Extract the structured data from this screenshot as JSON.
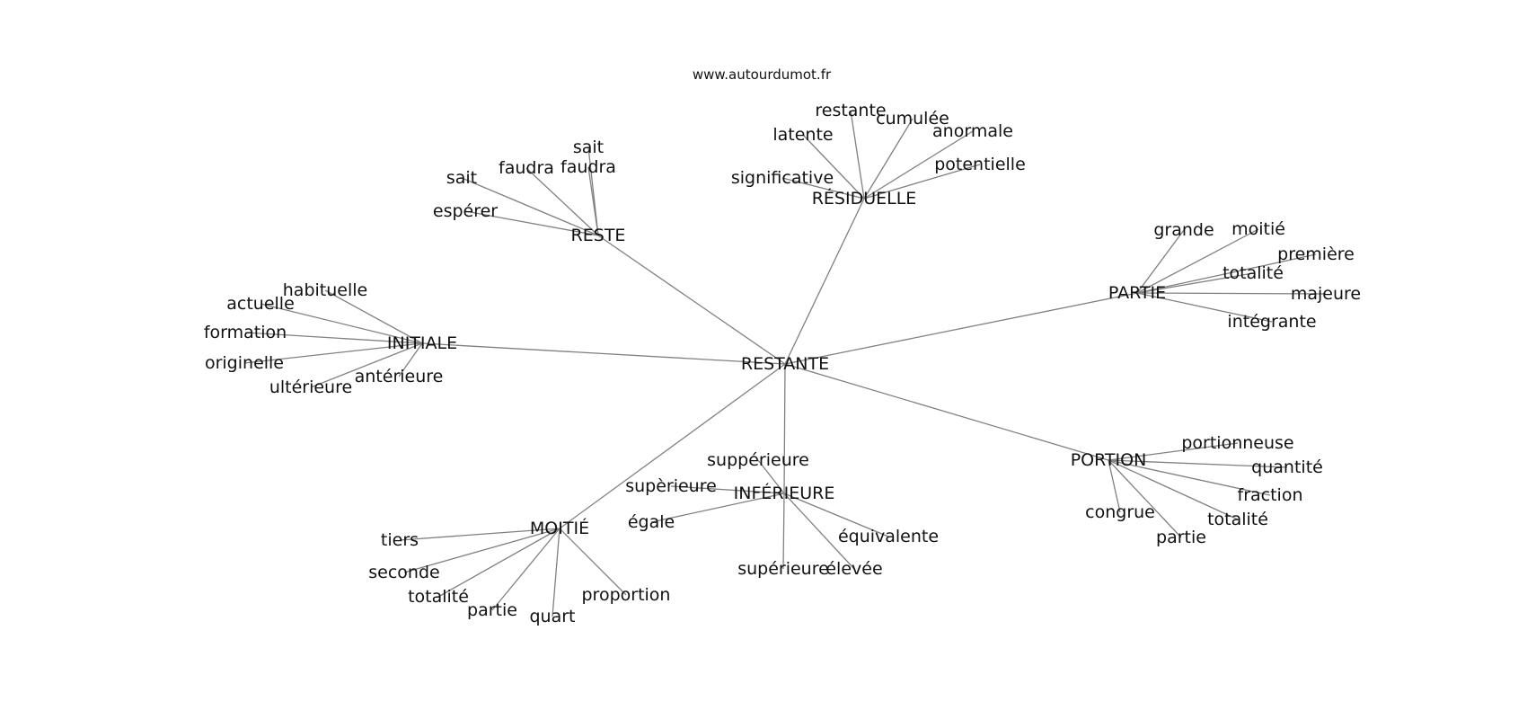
{
  "site": "www.autourdumot.fr",
  "center": "RESTANTE",
  "clusters": [
    {
      "id": "reste",
      "label": "RESTE",
      "words": [
        "sait",
        "faudra",
        "sait",
        "faudra",
        "espérer"
      ]
    },
    {
      "id": "residuelle",
      "label": "RÉSIDUELLE",
      "words": [
        "restante",
        "cumulée",
        "latente",
        "anormale",
        "significative",
        "potentielle"
      ]
    },
    {
      "id": "partie",
      "label": "PARTIE",
      "words": [
        "grande",
        "moitié",
        "première",
        "totalité",
        "majeure",
        "intégrante"
      ]
    },
    {
      "id": "initiale",
      "label": "INITIALE",
      "words": [
        "habituelle",
        "actuelle",
        "formation",
        "originelle",
        "antérieure",
        "ultérieure"
      ]
    },
    {
      "id": "portion",
      "label": "PORTION",
      "words": [
        "portionneuse",
        "quantité",
        "fraction",
        "congrue",
        "totalité",
        "partie"
      ]
    },
    {
      "id": "inferieure",
      "label": "INFÉRIEURE",
      "words": [
        "suppérieure",
        "supèrieure",
        "égale",
        "équivalente",
        "supérieure",
        "élevée"
      ]
    },
    {
      "id": "moitie",
      "label": "MOITIÉ",
      "words": [
        "tiers",
        "seconde",
        "totalité",
        "partie",
        "quart",
        "proportion"
      ]
    }
  ]
}
